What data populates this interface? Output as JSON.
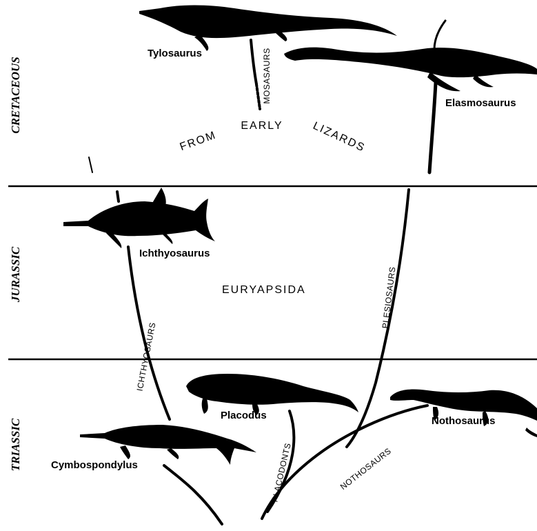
{
  "periods": {
    "cretaceous": "CRETACEOUS",
    "jurassic": "JURASSIC",
    "triassic": "TRIASSIC"
  },
  "group": "EURYAPSIDA",
  "origin": {
    "word1": "FROM",
    "word2": "EARLY",
    "word3": "LIZARDS"
  },
  "lineages": {
    "mosasaurs": "MOSASAURS",
    "ichthyosaurs": "ICHTHYOSAURS",
    "plesiosaurs": "PLESIOSAURS",
    "placodonts": "PLACODONTS",
    "nothosaurs": "NOTHOSAURS"
  },
  "animals": {
    "tylosaurus": "Tylosaurus",
    "elasmosaurus": "Elasmosaurus",
    "ichthyosaurus": "Ichthyosaurus",
    "placodus": "Placodus",
    "nothosaurus": "Nothosaurus",
    "cymbospondylus": "Cymbospondylus"
  }
}
